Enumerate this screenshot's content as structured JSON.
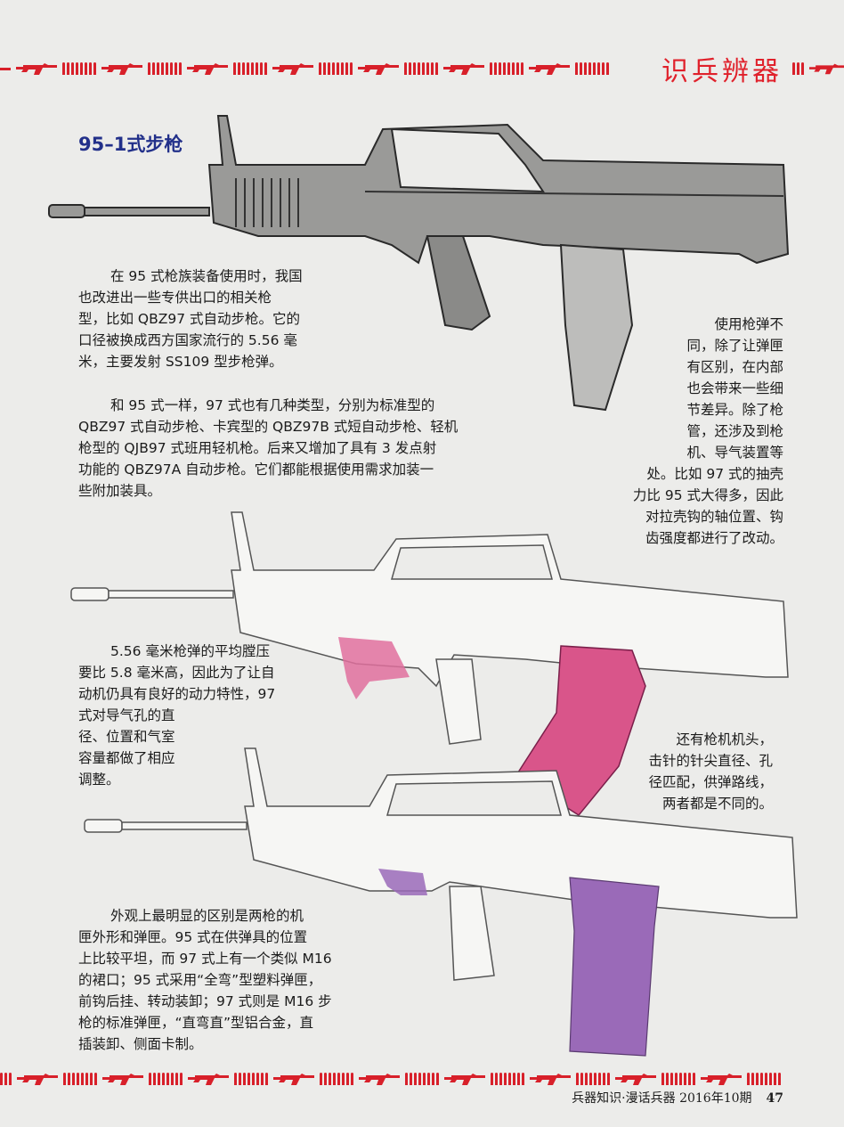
{
  "header": {
    "section_title": "识兵辨器"
  },
  "article": {
    "title": "95–1式步枪",
    "block1": [
      "在 95 式枪族装备使用时，我国",
      "也改进出一些专供出口的相关枪",
      "型，比如 QBZ97 式自动步枪。它的",
      "口径被换成西方国家流行的 5.56 毫",
      "米，主要发射 SS109 型步枪弹。"
    ],
    "block2": [
      "和 95 式一样，97 式也有几种类型，分别为标准型的",
      "QBZ97 式自动步枪、卡宾型的 QBZ97B 式短自动步枪、轻机",
      "枪型的 QJB97 式班用轻机枪。后来又增加了具有 3 发点射",
      "功能的 QBZ97A 自动步枪。它们都能根据使用需求加装一",
      "些附加装具。"
    ],
    "block3": [
      "使用枪弹不",
      "同，除了让弹匣",
      "有区别，在内部",
      "也会带来一些细",
      "节差异。除了枪",
      "管，还涉及到枪",
      "机、导气装置等",
      "处。比如 97 式的抽壳",
      "力比 95 式大得多，因此",
      "对拉壳钩的轴位置、钩",
      "齿强度都进行了改动。"
    ],
    "block4": [
      "5.56 毫米枪弹的平均膛压",
      "要比 5.8 毫米高，因此为了让自",
      "动机仍具有良好的动力特性，97",
      "式对导气孔的直",
      "径、位置和气室",
      "容量都做了相应",
      "调整。"
    ],
    "block5": [
      "还有枪机机头，",
      "击针的针尖直径、孔",
      "径匹配，供弹路线，",
      "两者都是不同的。"
    ],
    "block6": [
      "外观上最明显的区别是两枪的机",
      "匣外形和弹匣。95 式在供弹具的位置",
      "上比较平坦，而 97 式上有一个类似 M16",
      "的裙口；95 式采用“全弯”型塑料弹匣，",
      "前钩后挂、转动装卸；97 式则是 M16 步",
      "枪的标准弹匣，“直弯直”型铝合金，直",
      "插装卸、侧面卡制。"
    ]
  },
  "footer": {
    "publication": "兵器知识·漫话兵器  2016年10期",
    "page_number": "47"
  },
  "colors": {
    "accent_red": "#e0212b",
    "title_blue": "#22308a",
    "highlight_pink": "#e0709e",
    "highlight_purple": "#9a6ab8"
  }
}
